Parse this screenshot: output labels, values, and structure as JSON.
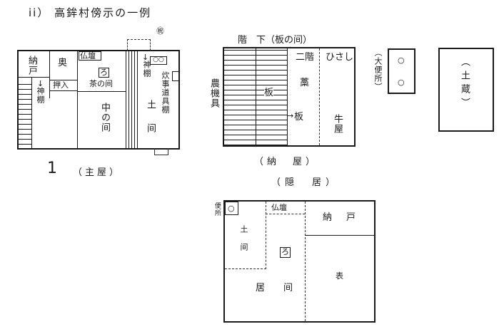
{
  "title": "ii） 高鉾村傍示の一例",
  "north_mark": "㊗",
  "main_house": {
    "caption": "（主屋）",
    "marker": "1",
    "rooms": {
      "nando": "納戸",
      "oku": "奥",
      "butsudan": "仏壇",
      "oshiire": "押入",
      "kamidana_left": "神棚",
      "ro_mark": "ろ",
      "cha_no_ma": "茶の间",
      "naka_no_ma": "中の间",
      "kamidana_right": "神棚",
      "kamado": "○○",
      "suiji_dogu_dana": "炊事道具棚",
      "doma": "土间"
    }
  },
  "barn": {
    "header": "階　下（板の间）",
    "caption": "（納　屋）",
    "side_label": "農機具",
    "rooms": {
      "nikai": "二階",
      "hisashi": "ひさし",
      "wara": "藁",
      "ita_upper": "板",
      "ita_lower": "板",
      "ushigoya": "牛屋"
    }
  },
  "toilet": {
    "label": "（大便所）",
    "holes": [
      "○",
      "○"
    ]
  },
  "storehouse": {
    "label": "（土蔵）"
  },
  "retirement_house": {
    "caption": "（隠　居）",
    "rooms": {
      "benjo": "便所",
      "benjo_hole": "○",
      "butsudan": "仏壇",
      "nando": "納戸",
      "doma": "土间",
      "ro_mark": "ろ",
      "ima": "居间",
      "omote": "表"
    }
  }
}
